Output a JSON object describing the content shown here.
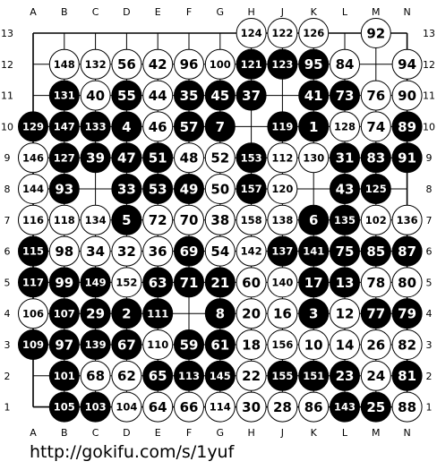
{
  "board": {
    "columns": [
      "A",
      "B",
      "C",
      "D",
      "E",
      "F",
      "G",
      "H",
      "J",
      "K",
      "L",
      "M",
      "N"
    ],
    "rows": [
      "13",
      "12",
      "11",
      "10",
      "9",
      "8",
      "7",
      "6",
      "5",
      "4",
      "3",
      "2",
      "1"
    ],
    "stones": [
      {
        "c": "H",
        "r": 13,
        "color": "W",
        "n": "124"
      },
      {
        "c": "J",
        "r": 13,
        "color": "W",
        "n": "122"
      },
      {
        "c": "K",
        "r": 13,
        "color": "W",
        "n": "126"
      },
      {
        "c": "M",
        "r": 13,
        "color": "W",
        "n": "92"
      },
      {
        "c": "B",
        "r": 12,
        "color": "W",
        "n": "148"
      },
      {
        "c": "C",
        "r": 12,
        "color": "W",
        "n": "132"
      },
      {
        "c": "D",
        "r": 12,
        "color": "W",
        "n": "56"
      },
      {
        "c": "E",
        "r": 12,
        "color": "W",
        "n": "42"
      },
      {
        "c": "F",
        "r": 12,
        "color": "W",
        "n": "96"
      },
      {
        "c": "G",
        "r": 12,
        "color": "W",
        "n": "100"
      },
      {
        "c": "H",
        "r": 12,
        "color": "B",
        "n": "121"
      },
      {
        "c": "J",
        "r": 12,
        "color": "B",
        "n": "123"
      },
      {
        "c": "K",
        "r": 12,
        "color": "B",
        "n": "95"
      },
      {
        "c": "L",
        "r": 12,
        "color": "W",
        "n": "84"
      },
      {
        "c": "N",
        "r": 12,
        "color": "W",
        "n": "94"
      },
      {
        "c": "B",
        "r": 11,
        "color": "B",
        "n": "131"
      },
      {
        "c": "C",
        "r": 11,
        "color": "W",
        "n": "40"
      },
      {
        "c": "D",
        "r": 11,
        "color": "B",
        "n": "55"
      },
      {
        "c": "E",
        "r": 11,
        "color": "W",
        "n": "44"
      },
      {
        "c": "F",
        "r": 11,
        "color": "B",
        "n": "35"
      },
      {
        "c": "G",
        "r": 11,
        "color": "B",
        "n": "45"
      },
      {
        "c": "H",
        "r": 11,
        "color": "B",
        "n": "37"
      },
      {
        "c": "K",
        "r": 11,
        "color": "B",
        "n": "41"
      },
      {
        "c": "L",
        "r": 11,
        "color": "B",
        "n": "73"
      },
      {
        "c": "M",
        "r": 11,
        "color": "W",
        "n": "76"
      },
      {
        "c": "N",
        "r": 11,
        "color": "W",
        "n": "90"
      },
      {
        "c": "A",
        "r": 10,
        "color": "B",
        "n": "129"
      },
      {
        "c": "B",
        "r": 10,
        "color": "B",
        "n": "147"
      },
      {
        "c": "C",
        "r": 10,
        "color": "B",
        "n": "133"
      },
      {
        "c": "D",
        "r": 10,
        "color": "B",
        "n": "4"
      },
      {
        "c": "E",
        "r": 10,
        "color": "W",
        "n": "46"
      },
      {
        "c": "F",
        "r": 10,
        "color": "B",
        "n": "57"
      },
      {
        "c": "G",
        "r": 10,
        "color": "B",
        "n": "7"
      },
      {
        "c": "J",
        "r": 10,
        "color": "B",
        "n": "119"
      },
      {
        "c": "K",
        "r": 10,
        "color": "B",
        "n": "1"
      },
      {
        "c": "L",
        "r": 10,
        "color": "W",
        "n": "128"
      },
      {
        "c": "M",
        "r": 10,
        "color": "W",
        "n": "74"
      },
      {
        "c": "N",
        "r": 10,
        "color": "B",
        "n": "89"
      },
      {
        "c": "A",
        "r": 9,
        "color": "W",
        "n": "146"
      },
      {
        "c": "B",
        "r": 9,
        "color": "B",
        "n": "127"
      },
      {
        "c": "C",
        "r": 9,
        "color": "B",
        "n": "39"
      },
      {
        "c": "D",
        "r": 9,
        "color": "B",
        "n": "47"
      },
      {
        "c": "E",
        "r": 9,
        "color": "B",
        "n": "51"
      },
      {
        "c": "F",
        "r": 9,
        "color": "W",
        "n": "48"
      },
      {
        "c": "G",
        "r": 9,
        "color": "W",
        "n": "52"
      },
      {
        "c": "H",
        "r": 9,
        "color": "B",
        "n": "153"
      },
      {
        "c": "J",
        "r": 9,
        "color": "W",
        "n": "112"
      },
      {
        "c": "K",
        "r": 9,
        "color": "W",
        "n": "130"
      },
      {
        "c": "L",
        "r": 9,
        "color": "B",
        "n": "31"
      },
      {
        "c": "M",
        "r": 9,
        "color": "B",
        "n": "83"
      },
      {
        "c": "N",
        "r": 9,
        "color": "B",
        "n": "91"
      },
      {
        "c": "A",
        "r": 8,
        "color": "W",
        "n": "144"
      },
      {
        "c": "B",
        "r": 8,
        "color": "B",
        "n": "93"
      },
      {
        "c": "D",
        "r": 8,
        "color": "B",
        "n": "33"
      },
      {
        "c": "E",
        "r": 8,
        "color": "B",
        "n": "53"
      },
      {
        "c": "F",
        "r": 8,
        "color": "B",
        "n": "49"
      },
      {
        "c": "G",
        "r": 8,
        "color": "W",
        "n": "50"
      },
      {
        "c": "H",
        "r": 8,
        "color": "B",
        "n": "157"
      },
      {
        "c": "J",
        "r": 8,
        "color": "W",
        "n": "120"
      },
      {
        "c": "L",
        "r": 8,
        "color": "B",
        "n": "43"
      },
      {
        "c": "M",
        "r": 8,
        "color": "B",
        "n": "125"
      },
      {
        "c": "A",
        "r": 7,
        "color": "W",
        "n": "116"
      },
      {
        "c": "B",
        "r": 7,
        "color": "W",
        "n": "118"
      },
      {
        "c": "C",
        "r": 7,
        "color": "W",
        "n": "134"
      },
      {
        "c": "D",
        "r": 7,
        "color": "B",
        "n": "5"
      },
      {
        "c": "E",
        "r": 7,
        "color": "W",
        "n": "72"
      },
      {
        "c": "F",
        "r": 7,
        "color": "W",
        "n": "70"
      },
      {
        "c": "G",
        "r": 7,
        "color": "W",
        "n": "38"
      },
      {
        "c": "H",
        "r": 7,
        "color": "W",
        "n": "158"
      },
      {
        "c": "J",
        "r": 7,
        "color": "W",
        "n": "138"
      },
      {
        "c": "K",
        "r": 7,
        "color": "B",
        "n": "6"
      },
      {
        "c": "L",
        "r": 7,
        "color": "B",
        "n": "135"
      },
      {
        "c": "M",
        "r": 7,
        "color": "W",
        "n": "102"
      },
      {
        "c": "N",
        "r": 7,
        "color": "W",
        "n": "136"
      },
      {
        "c": "A",
        "r": 6,
        "color": "B",
        "n": "115"
      },
      {
        "c": "B",
        "r": 6,
        "color": "W",
        "n": "98"
      },
      {
        "c": "C",
        "r": 6,
        "color": "W",
        "n": "34"
      },
      {
        "c": "D",
        "r": 6,
        "color": "W",
        "n": "32"
      },
      {
        "c": "E",
        "r": 6,
        "color": "W",
        "n": "36"
      },
      {
        "c": "F",
        "r": 6,
        "color": "B",
        "n": "69"
      },
      {
        "c": "G",
        "r": 6,
        "color": "W",
        "n": "54"
      },
      {
        "c": "H",
        "r": 6,
        "color": "W",
        "n": "142"
      },
      {
        "c": "J",
        "r": 6,
        "color": "B",
        "n": "137"
      },
      {
        "c": "K",
        "r": 6,
        "color": "B",
        "n": "141"
      },
      {
        "c": "L",
        "r": 6,
        "color": "B",
        "n": "75"
      },
      {
        "c": "M",
        "r": 6,
        "color": "B",
        "n": "85"
      },
      {
        "c": "N",
        "r": 6,
        "color": "B",
        "n": "87"
      },
      {
        "c": "A",
        "r": 5,
        "color": "B",
        "n": "117"
      },
      {
        "c": "B",
        "r": 5,
        "color": "B",
        "n": "99"
      },
      {
        "c": "C",
        "r": 5,
        "color": "B",
        "n": "149"
      },
      {
        "c": "D",
        "r": 5,
        "color": "W",
        "n": "152"
      },
      {
        "c": "E",
        "r": 5,
        "color": "B",
        "n": "63"
      },
      {
        "c": "F",
        "r": 5,
        "color": "B",
        "n": "71"
      },
      {
        "c": "G",
        "r": 5,
        "color": "B",
        "n": "21"
      },
      {
        "c": "H",
        "r": 5,
        "color": "W",
        "n": "60"
      },
      {
        "c": "J",
        "r": 5,
        "color": "W",
        "n": "140"
      },
      {
        "c": "K",
        "r": 5,
        "color": "B",
        "n": "17"
      },
      {
        "c": "L",
        "r": 5,
        "color": "B",
        "n": "13"
      },
      {
        "c": "M",
        "r": 5,
        "color": "W",
        "n": "78"
      },
      {
        "c": "N",
        "r": 5,
        "color": "W",
        "n": "80"
      },
      {
        "c": "A",
        "r": 4,
        "color": "W",
        "n": "106"
      },
      {
        "c": "B",
        "r": 4,
        "color": "B",
        "n": "107"
      },
      {
        "c": "C",
        "r": 4,
        "color": "B",
        "n": "29"
      },
      {
        "c": "D",
        "r": 4,
        "color": "B",
        "n": "2"
      },
      {
        "c": "E",
        "r": 4,
        "color": "B",
        "n": "111"
      },
      {
        "c": "G",
        "r": 4,
        "color": "B",
        "n": "8"
      },
      {
        "c": "H",
        "r": 4,
        "color": "W",
        "n": "20"
      },
      {
        "c": "J",
        "r": 4,
        "color": "W",
        "n": "16"
      },
      {
        "c": "K",
        "r": 4,
        "color": "B",
        "n": "3"
      },
      {
        "c": "L",
        "r": 4,
        "color": "W",
        "n": "12"
      },
      {
        "c": "M",
        "r": 4,
        "color": "B",
        "n": "77"
      },
      {
        "c": "N",
        "r": 4,
        "color": "B",
        "n": "79"
      },
      {
        "c": "A",
        "r": 3,
        "color": "B",
        "n": "109"
      },
      {
        "c": "B",
        "r": 3,
        "color": "B",
        "n": "97"
      },
      {
        "c": "C",
        "r": 3,
        "color": "B",
        "n": "139"
      },
      {
        "c": "D",
        "r": 3,
        "color": "B",
        "n": "67"
      },
      {
        "c": "E",
        "r": 3,
        "color": "W",
        "n": "110"
      },
      {
        "c": "F",
        "r": 3,
        "color": "B",
        "n": "59"
      },
      {
        "c": "G",
        "r": 3,
        "color": "B",
        "n": "61"
      },
      {
        "c": "H",
        "r": 3,
        "color": "W",
        "n": "18"
      },
      {
        "c": "J",
        "r": 3,
        "color": "W",
        "n": "156"
      },
      {
        "c": "K",
        "r": 3,
        "color": "W",
        "n": "10"
      },
      {
        "c": "L",
        "r": 3,
        "color": "W",
        "n": "14"
      },
      {
        "c": "M",
        "r": 3,
        "color": "W",
        "n": "26"
      },
      {
        "c": "N",
        "r": 3,
        "color": "W",
        "n": "82"
      },
      {
        "c": "B",
        "r": 2,
        "color": "B",
        "n": "101"
      },
      {
        "c": "C",
        "r": 2,
        "color": "W",
        "n": "68"
      },
      {
        "c": "D",
        "r": 2,
        "color": "W",
        "n": "62"
      },
      {
        "c": "E",
        "r": 2,
        "color": "B",
        "n": "65"
      },
      {
        "c": "F",
        "r": 2,
        "color": "B",
        "n": "113"
      },
      {
        "c": "G",
        "r": 2,
        "color": "B",
        "n": "145"
      },
      {
        "c": "H",
        "r": 2,
        "color": "W",
        "n": "22"
      },
      {
        "c": "J",
        "r": 2,
        "color": "B",
        "n": "155"
      },
      {
        "c": "K",
        "r": 2,
        "color": "B",
        "n": "151"
      },
      {
        "c": "L",
        "r": 2,
        "color": "B",
        "n": "23"
      },
      {
        "c": "M",
        "r": 2,
        "color": "W",
        "n": "24"
      },
      {
        "c": "N",
        "r": 2,
        "color": "B",
        "n": "81"
      },
      {
        "c": "B",
        "r": 1,
        "color": "B",
        "n": "105"
      },
      {
        "c": "C",
        "r": 1,
        "color": "B",
        "n": "103"
      },
      {
        "c": "D",
        "r": 1,
        "color": "W",
        "n": "104"
      },
      {
        "c": "E",
        "r": 1,
        "color": "W",
        "n": "64"
      },
      {
        "c": "F",
        "r": 1,
        "color": "W",
        "n": "66"
      },
      {
        "c": "G",
        "r": 1,
        "color": "W",
        "n": "114"
      },
      {
        "c": "H",
        "r": 1,
        "color": "W",
        "n": "30"
      },
      {
        "c": "J",
        "r": 1,
        "color": "W",
        "n": "28"
      },
      {
        "c": "K",
        "r": 1,
        "color": "W",
        "n": "86"
      },
      {
        "c": "L",
        "r": 1,
        "color": "B",
        "n": "143"
      },
      {
        "c": "M",
        "r": 1,
        "color": "B",
        "n": "25"
      },
      {
        "c": "N",
        "r": 1,
        "color": "W",
        "n": "88"
      }
    ]
  },
  "footer": {
    "url": "http://gokifu.com/s/1yuf"
  }
}
